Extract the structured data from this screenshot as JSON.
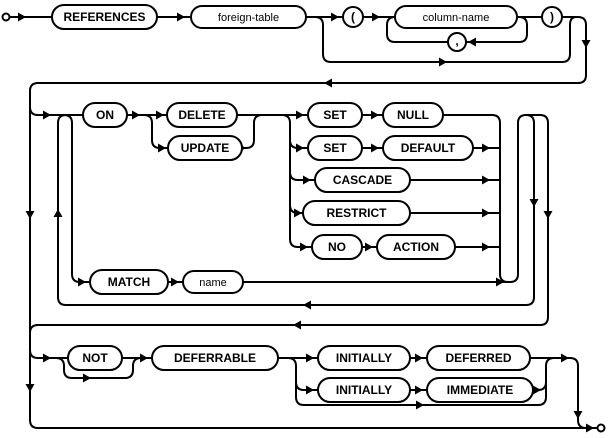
{
  "diagram": {
    "kind": "railroad-syntax-diagram",
    "colors": {
      "line": "#000000",
      "background": "#ffffff",
      "bubble_fill": "#ffffff",
      "text": "#000000"
    },
    "terminals": {
      "start": "open-circle",
      "end": "open-circle"
    },
    "nodes": {
      "references": "REFERENCES",
      "foreign_table": "foreign-table",
      "open_paren": "(",
      "column_name": "column-name",
      "comma": ",",
      "close_paren": ")",
      "on": "ON",
      "delete": "DELETE",
      "update": "UPDATE",
      "set_1": "SET",
      "null": "NULL",
      "set_2": "SET",
      "default": "DEFAULT",
      "cascade": "CASCADE",
      "restrict": "RESTRICT",
      "no": "NO",
      "action": "ACTION",
      "match": "MATCH",
      "name": "name",
      "not": "NOT",
      "deferrable": "DEFERRABLE",
      "initially_1": "INITIALLY",
      "deferred": "DEFERRED",
      "initially_2": "INITIALLY",
      "immediate": "IMMEDIATE"
    }
  }
}
